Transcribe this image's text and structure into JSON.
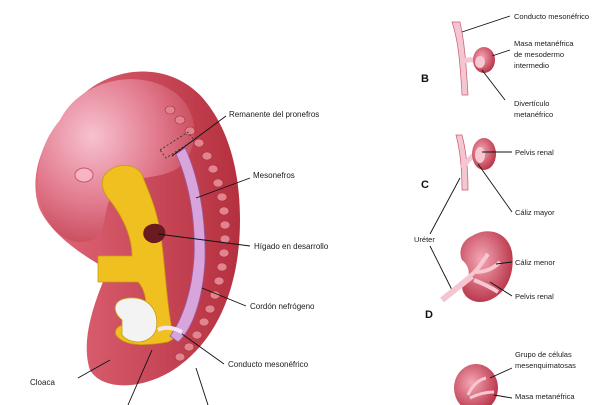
{
  "embryo_labels": {
    "pronephros": "Remanente del pronefros",
    "mesonephros": "Mesonefros",
    "liver": "Hígado en desarrollo",
    "nephrogenic": "Cordón nefrógeno",
    "duct": "Conducto mesonéfrico",
    "cloaca": "Cloaca"
  },
  "stage_letters": {
    "b": "B",
    "c": "C",
    "d": "D"
  },
  "kidney_labels": {
    "top_duct": "Conducto mesonéfrico",
    "mass_1": "Masa metanéfrica",
    "mass_2": "de mesodermo",
    "mass_3": "intermedio",
    "diverticulum_1": "Divertículo",
    "diverticulum_2": "metanéfrico",
    "pelvis_c": "Pelvis renal",
    "major_calyx": "Cáliz mayor",
    "ureter": "Uréter",
    "minor_calyx": "Cáliz menor",
    "pelvis_d": "Pelvis renal",
    "cells_1": "Grupo de células",
    "cells_2": "mesenquimatosas",
    "mass_bottom": "Masa metanéfrica"
  },
  "colors": {
    "embryo_skin": "#c64a55",
    "embryo_light": "#f2a9b8",
    "yolk": "#f0c020",
    "kidney_pink": "#f4b9c8",
    "kidney_dark": "#b9293d"
  }
}
